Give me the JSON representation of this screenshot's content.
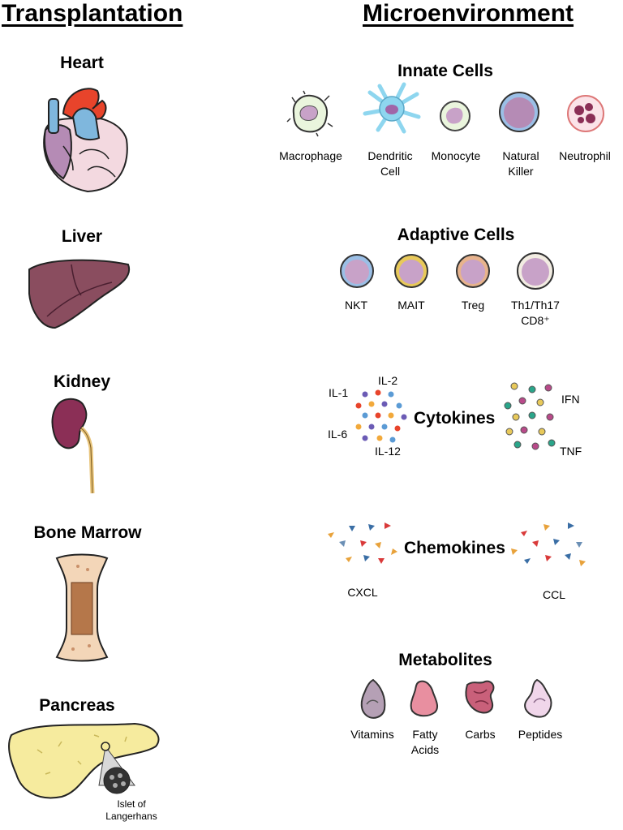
{
  "headers": {
    "left": "Transplantation",
    "right": "Microenvironment"
  },
  "organs": {
    "heart": "Heart",
    "liver": "Liver",
    "kidney": "Kidney",
    "bone_marrow": "Bone Marrow",
    "pancreas": "Pancreas",
    "islet_line1": "Islet of",
    "islet_line2": "Langerhans"
  },
  "innate": {
    "title": "Innate Cells",
    "macrophage": "Macrophage",
    "dendritic_1": "Dendritic",
    "dendritic_2": "Cell",
    "monocyte": "Monocyte",
    "nk_1": "Natural",
    "nk_2": "Killer",
    "neutrophil": "Neutrophil"
  },
  "adaptive": {
    "title": "Adaptive Cells",
    "nkt": "NKT",
    "mait": "MAIT",
    "treg": "Treg",
    "th_1": "Th1/Th17",
    "th_2": "CD8⁺"
  },
  "cytokines": {
    "title": "Cytokines",
    "il1": "IL-1",
    "il2": "IL-2",
    "il6": "IL-6",
    "il12": "IL-12",
    "ifn": "IFN",
    "tnf": "TNF"
  },
  "chemokines": {
    "title": "Chemokines",
    "cxcl": "CXCL",
    "ccl": "CCL"
  },
  "metabolites": {
    "title": "Metabolites",
    "vitamins": "Vitamins",
    "fatty_1": "Fatty",
    "fatty_2": "Acids",
    "carbs": "Carbs",
    "peptides": "Peptides"
  },
  "colors": {
    "cell_body": "#c8a2c8",
    "nucleus": "#b58bb5",
    "dendritic": "#8ed6ef",
    "nk_ring": "#9bbfe6",
    "mait_ring": "#e8c95a",
    "treg_ring": "#e7b38d",
    "liver": "#8a4d5f",
    "kidney": "#8b2f56",
    "pancreas": "#f6eb9e"
  }
}
